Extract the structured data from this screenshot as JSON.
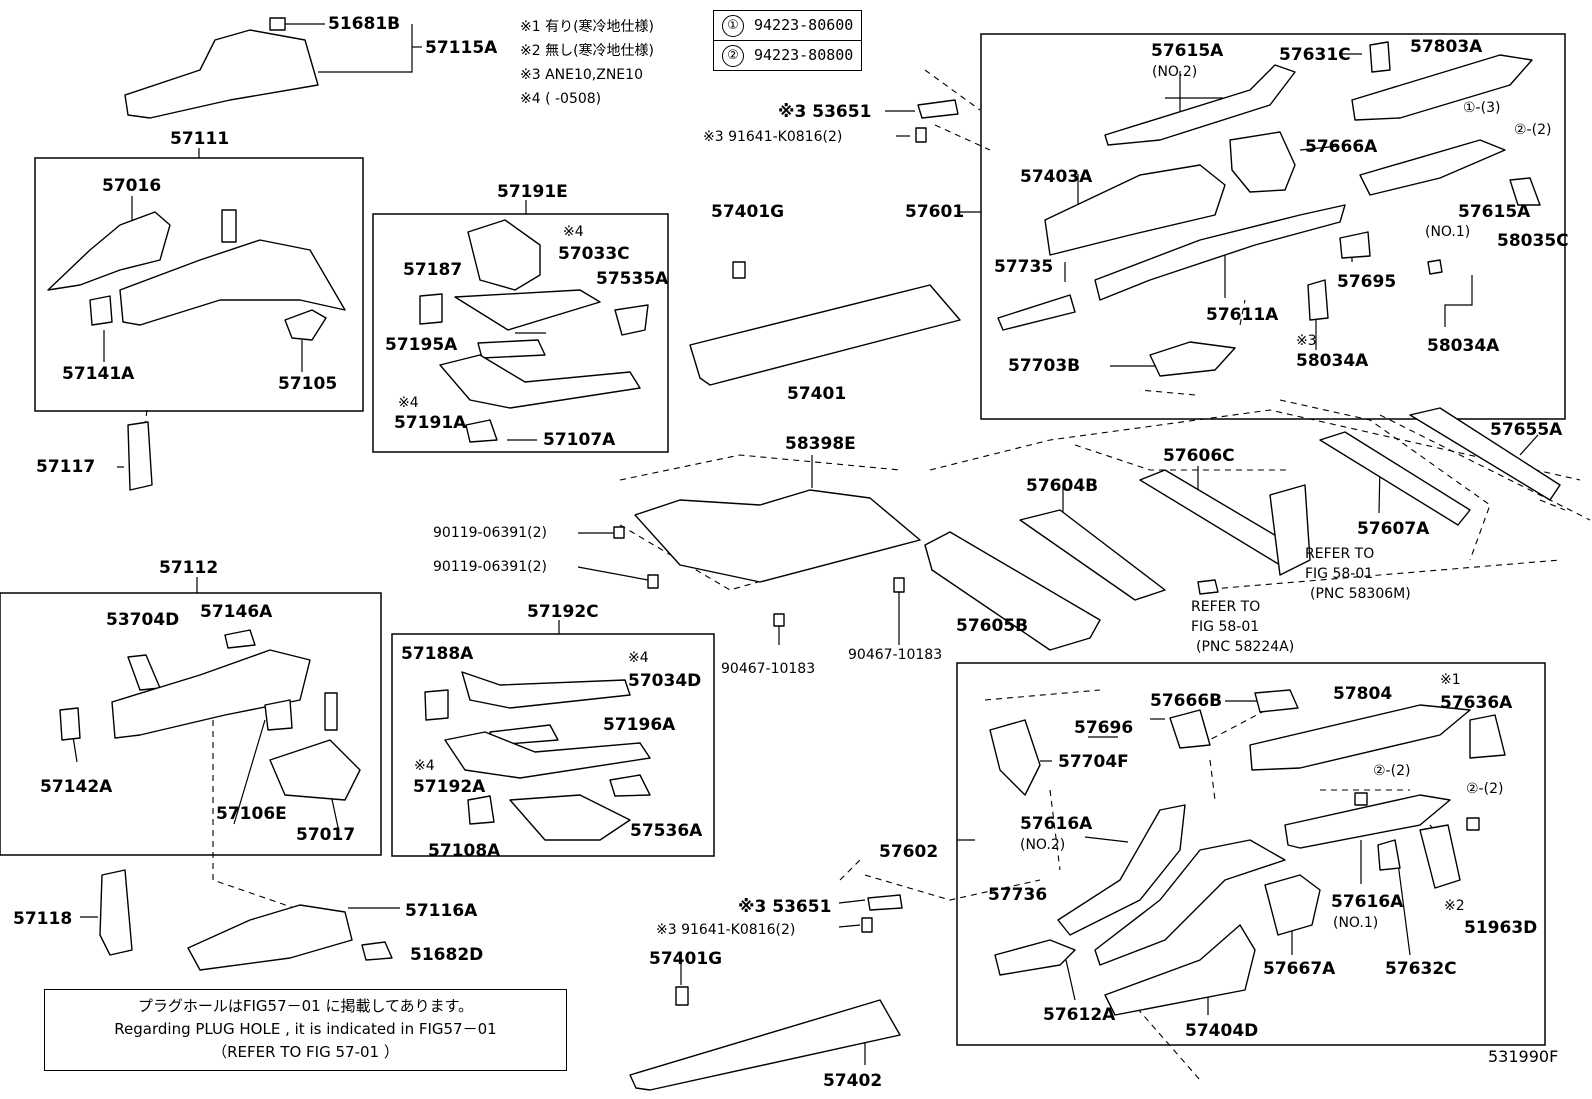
{
  "notes": [
    "※1 有り(寒冷地仕様)",
    "※2 無し(寒冷地仕様)",
    "※3 ANE10,ZNE10",
    "※4 (      -0508)"
  ],
  "legend": [
    {
      "mark": "①",
      "part": "94223-80600"
    },
    {
      "mark": "②",
      "part": "94223-80800"
    }
  ],
  "plug_note": [
    "プラグホールはFIG57－01 に掲載してあります。",
    "Regarding PLUG HOLE , it is indicated in FIG57－01",
    "（REFER TO FIG  57-01   ）"
  ],
  "figure_code": "531990F",
  "labels": {
    "l01": "51681B",
    "l02": "57115A",
    "l03": "57111",
    "l04": "57016",
    "l05": "57141A",
    "l06": "57105",
    "l07": "57117",
    "l08": "57191E",
    "l09": "※4",
    "l10": "57033C",
    "l11": "57187",
    "l12": "57535A",
    "l13": "57195A",
    "l14": "※4",
    "l15": "57191A",
    "l16": "57107A",
    "l17": "57401G",
    "l18": "57401",
    "l19": "※3 53651",
    "l20": "※3 91641-K0816(2)",
    "l21": "57601",
    "l22": "57615A",
    "l23": "(NO.2)",
    "l24": "57631C",
    "l25": "57803A",
    "l26": "①-(3)",
    "l27": "②-(2)",
    "l28": "57666A",
    "l29": "57403A",
    "l30": "57615A",
    "l31": "(NO.1)",
    "l32": "58035C",
    "l33": "57735",
    "l34": "57695",
    "l35": "57611A",
    "l36": "※3",
    "l37": "58034A",
    "l38": "58034A",
    "l39": "57703B",
    "l40": "57655A",
    "l41": "58398E",
    "l42": "90119-06391(2)",
    "l43": "90119-06391(2)",
    "l44": "57606C",
    "l45": "57604B",
    "l46": "57607A",
    "l47": "REFER TO",
    "l48": "FIG 58-01",
    "l49": "(PNC 58306M)",
    "l50": "REFER TO",
    "l51": "FIG 58-01",
    "l52": "(PNC 58224A)",
    "l53": "57605B",
    "l54": "90467-10183",
    "l55": "90467-10183",
    "l56": "57112",
    "l57": "53704D",
    "l58": "57146A",
    "l59": "57142A",
    "l60": "57106E",
    "l61": "57017",
    "l62": "57192C",
    "l63": "57188A",
    "l64": "※4",
    "l65": "57034D",
    "l66": "57196A",
    "l67": "※4",
    "l68": "57192A",
    "l69": "57536A",
    "l70": "57108A",
    "l71": "57118",
    "l72": "57116A",
    "l73": "51682D",
    "l74": "57666B",
    "l75": "57804",
    "l76": "※1",
    "l77": "57636A",
    "l78": "57696",
    "l79": "57704F",
    "l80": "②-(2)",
    "l81": "②-(2)",
    "l82": "57616A",
    "l83": "(NO.2)",
    "l84": "57602",
    "l85": "57736",
    "l86": "57616A",
    "l87": "(NO.1)",
    "l88": "※2",
    "l89": "51963D",
    "l90": "※3 53651",
    "l91": "※3 91641-K0816(2)",
    "l92": "57401G",
    "l93": "57667A",
    "l94": "57632C",
    "l95": "57612A",
    "l96": "57404D",
    "l97": "57402"
  }
}
